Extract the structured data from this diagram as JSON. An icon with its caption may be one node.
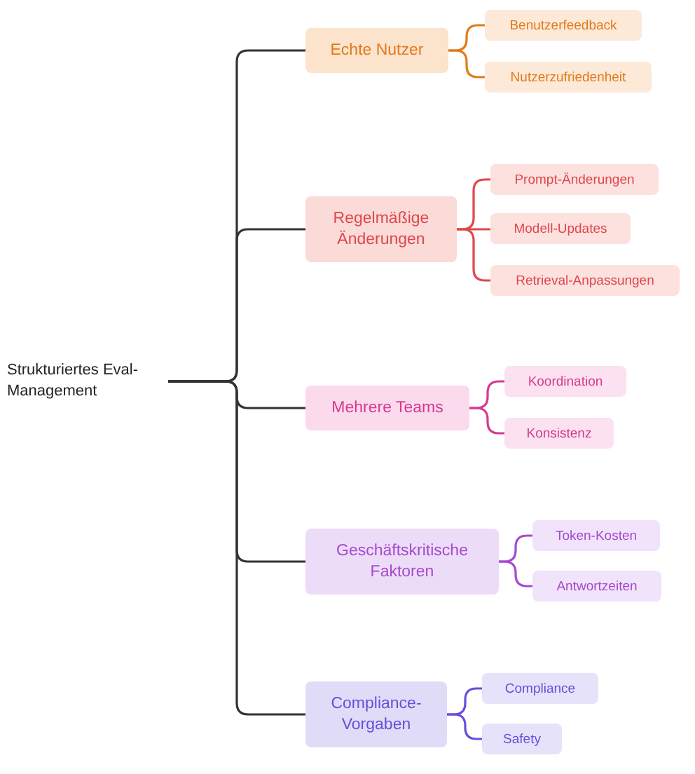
{
  "diagram": {
    "nodes": [
      {
        "text": [
          "Strukturiertes Eval-Management"
        ]
      },
      {
        "text": [
          "Echte Nutzer"
        ]
      },
      {
        "text": [
          "Benutzerfeedback"
        ]
      },
      {
        "text": [
          "Nutzerzufriedenheit"
        ]
      },
      {
        "text": [
          "Regelmäßige Änderungen"
        ]
      },
      {
        "text": [
          "Prompt-Änderungen"
        ]
      },
      {
        "text": [
          "Modell-Updates"
        ]
      },
      {
        "text": [
          "Retrieval-Anpassungen"
        ]
      },
      {
        "text": [
          "Mehrere Teams"
        ]
      },
      {
        "text": [
          "Koordination"
        ]
      },
      {
        "text": [
          "Konsistenz"
        ]
      },
      {
        "text": [
          "Geschäftskritische Faktoren"
        ]
      },
      {
        "text": [
          "Token-Kosten"
        ]
      },
      {
        "text": [
          "Antwortzeiten"
        ]
      },
      {
        "text": [
          "Compliance-Vorgaben"
        ]
      },
      {
        "text": [
          "Compliance"
        ]
      },
      {
        "text": [
          "Safety"
        ]
      }
    ],
    "edges": [
      {
        "from": 0,
        "to": 1,
        "arrow": "none"
      },
      {
        "from": 0,
        "to": 4,
        "arrow": "none"
      },
      {
        "from": 0,
        "to": 8,
        "arrow": "none"
      },
      {
        "from": 0,
        "to": 11,
        "arrow": "none"
      },
      {
        "from": 0,
        "to": 14,
        "arrow": "none"
      },
      {
        "from": 1,
        "to": 2,
        "arrow": "none",
        "color": "#e07b1a"
      },
      {
        "from": 1,
        "to": 3,
        "arrow": "none",
        "color": "#e07b1a"
      },
      {
        "from": 4,
        "to": 5,
        "arrow": "none",
        "color": "#e0474c"
      },
      {
        "from": 4,
        "to": 6,
        "arrow": "none",
        "color": "#e0474c"
      },
      {
        "from": 4,
        "to": 7,
        "arrow": "none",
        "color": "#e0474c"
      },
      {
        "from": 8,
        "to": 9,
        "arrow": "none",
        "color": "#d63a8f"
      },
      {
        "from": 8,
        "to": 10,
        "arrow": "none",
        "color": "#d63a8f"
      },
      {
        "from": 11,
        "to": 12,
        "arrow": "none",
        "color": "#a64ad1"
      },
      {
        "from": 11,
        "to": 13,
        "arrow": "none",
        "color": "#a64ad1"
      },
      {
        "from": 14,
        "to": 15,
        "arrow": "none",
        "color": "#6a4ddc"
      },
      {
        "from": 14,
        "to": 16,
        "arrow": "none",
        "color": "#6a4ddc"
      }
    ]
  }
}
